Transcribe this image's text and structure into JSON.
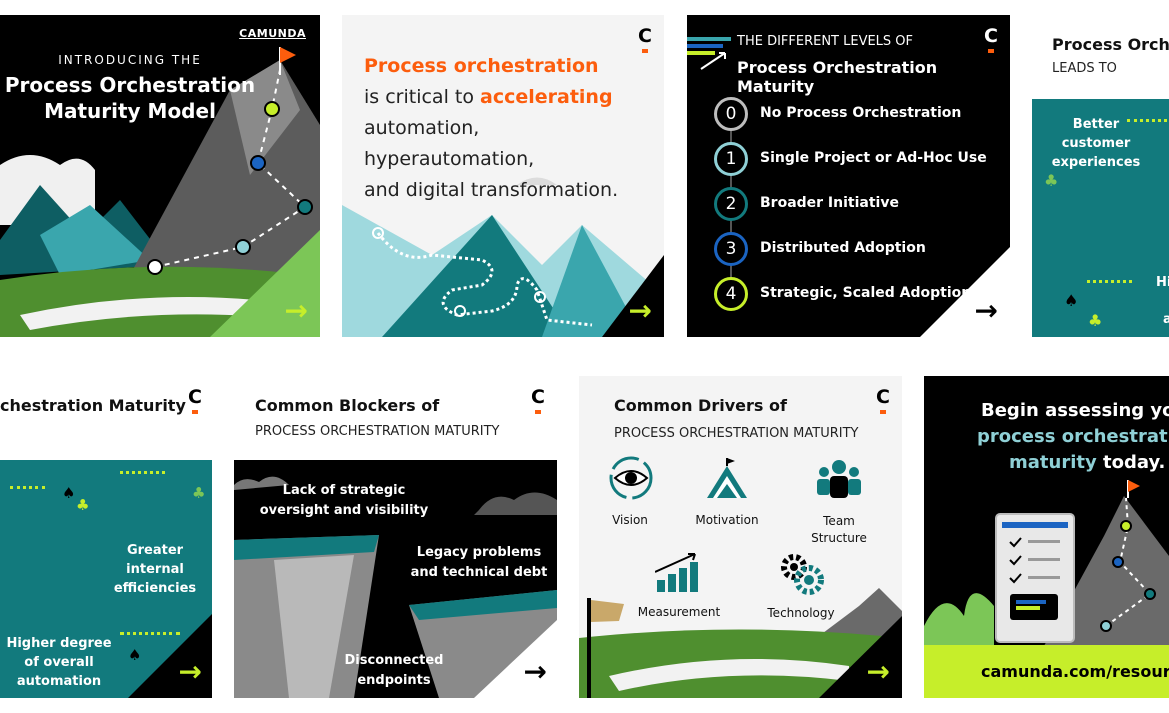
{
  "colors": {
    "black": "#000000",
    "orange": "#fc5d0d",
    "lime": "#c6ee2a",
    "teal": "#127a7d",
    "light_gray": "#f4f4f4"
  },
  "brand": {
    "wordmark": "CAMUNDA",
    "monogram": "C"
  },
  "card1": {
    "kicker": "INTRODUCING THE",
    "title_line1": "Process Orchestration",
    "title_line2": "Maturity Model"
  },
  "card2": {
    "w_process_orchestration": "Process orchestration",
    "w_is_critical_to": "is critical to",
    "w_accelerating": "accelerating",
    "line3": "automation, hyperautomation,",
    "w_and": "and",
    "w_digital_transformation": "digital transformation."
  },
  "card3": {
    "kicker": "THE DIFFERENT LEVELS OF",
    "title": "Process Orchestration Maturity",
    "levels": [
      {
        "num": "0",
        "label": "No Process Orchestration",
        "ring": "#bdbdbd"
      },
      {
        "num": "1",
        "label": "Single Project or Ad-Hoc Use",
        "ring": "#8fd0d6"
      },
      {
        "num": "2",
        "label": "Broader Initiative",
        "ring": "#127a7d"
      },
      {
        "num": "3",
        "label": "Distributed Adoption",
        "ring": "#1b64c2"
      },
      {
        "num": "4",
        "label": "Strategic, Scaled Adoption",
        "ring": "#c6ee2a"
      }
    ]
  },
  "card4": {
    "title_visible": "Process Orche",
    "subtitle": "LEADS TO",
    "benefit1_line1": "Better",
    "benefit1_line2": "customer",
    "benefit1_line3": "experiences",
    "partial_hi": "Hi",
    "partial_a": "a"
  },
  "card5": {
    "title_visible": "chestration Maturity",
    "benefit_greater_1": "Greater",
    "benefit_greater_2": "internal",
    "benefit_greater_3": "efficiencies",
    "benefit_higher_1": "Higher degree",
    "benefit_higher_2": "of overall",
    "benefit_higher_3": "automation"
  },
  "card6": {
    "title": "Common Blockers of",
    "subtitle": "PROCESS ORCHESTRATION MATURITY",
    "blocker1_line1": "Lack of strategic",
    "blocker1_line2": "oversight and visibility",
    "blocker2_line1": "Legacy problems",
    "blocker2_line2": "and technical debt",
    "blocker3_line1": "Disconnected",
    "blocker3_line2": "endpoints"
  },
  "card7": {
    "title": "Common Drivers of",
    "subtitle": "PROCESS ORCHESTRATION MATURITY",
    "drivers": {
      "vision": "Vision",
      "motivation": "Motivation",
      "team_line1": "Team",
      "team_line2": "Structure",
      "measurement": "Measurement",
      "technology": "Technology"
    }
  },
  "card8": {
    "line1": "Begin assessing yo",
    "line2": "process orchestrati",
    "line3_a": "maturity",
    "line3_b": "today.",
    "url": "camunda.com/resourc"
  }
}
